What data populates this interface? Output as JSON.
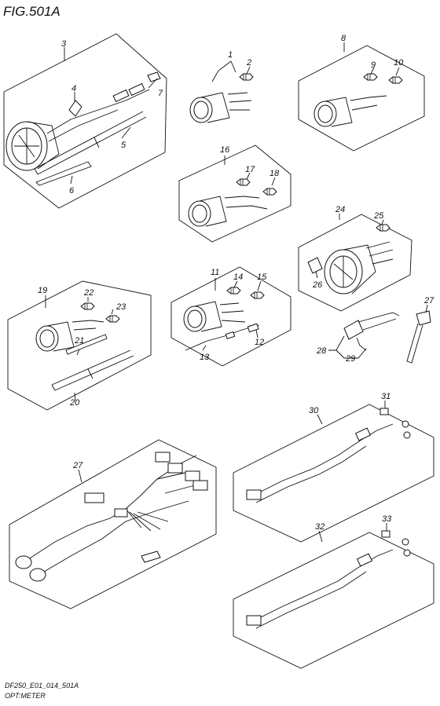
{
  "figure_title": "FIG.501A",
  "footer": {
    "model_code": "DF250_E01_014_501A",
    "section": "OPT:METER"
  },
  "callouts": {
    "c1": "1",
    "c2": "2",
    "c3": "3",
    "c4": "4",
    "c5": "5",
    "c6": "6",
    "c7": "7",
    "c8": "8",
    "c9": "9",
    "c10": "10",
    "c11": "11",
    "c12": "12",
    "c13": "13",
    "c14": "14",
    "c15": "15",
    "c16": "16",
    "c17": "17",
    "c18": "18",
    "c19": "19",
    "c20": "20",
    "c21": "21",
    "c22": "22",
    "c23": "23",
    "c24": "24",
    "c25": "25",
    "c26": "26",
    "c27a": "27",
    "c27b": "27",
    "c28": "28",
    "c29": "29",
    "c30": "30",
    "c31": "31",
    "c32": "32",
    "c33": "33"
  },
  "icons": [
    "gauge-icon",
    "bulb-icon",
    "socket-icon",
    "harness-icon",
    "tube-icon",
    "cable-tie-icon",
    "lever-icon"
  ]
}
